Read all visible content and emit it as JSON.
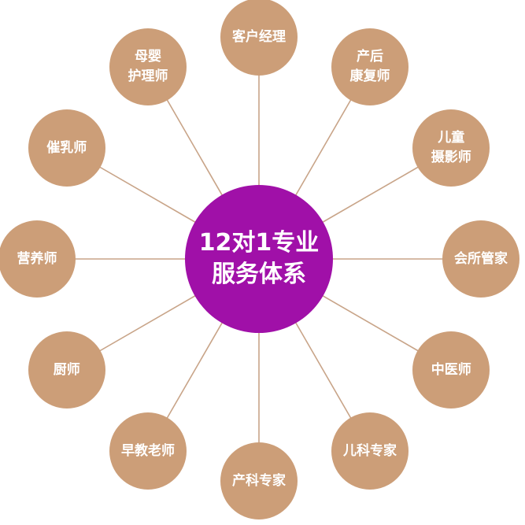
{
  "colors": {
    "hub": "#a010a8",
    "node": "#cc9e78",
    "connector": "#c8a488",
    "text": "#ffffff"
  },
  "hub": {
    "label": "12对1专业\n服务体系"
  },
  "roles": [
    {
      "label": "客户经理"
    },
    {
      "label": "产后\n康复师"
    },
    {
      "label": "儿童\n摄影师"
    },
    {
      "label": "会所管家"
    },
    {
      "label": "中医师"
    },
    {
      "label": "儿科专家"
    },
    {
      "label": "产科专家"
    },
    {
      "label": "早教老师"
    },
    {
      "label": "厨师"
    },
    {
      "label": "营养师"
    },
    {
      "label": "催乳师"
    },
    {
      "label": "母婴\n护理师"
    }
  ]
}
